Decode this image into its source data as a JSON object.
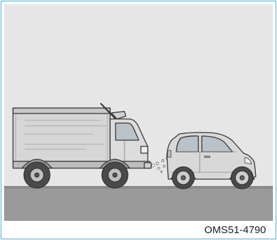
{
  "figure": {
    "code_label": "OMS51-4790",
    "colors": {
      "frame": "#4fa9d3",
      "background": "#e6e6e6",
      "road": "#9a9a9a",
      "vehicle_body": "#d8d8d8",
      "outline": "#333333"
    },
    "icons": [
      "truck-illustration",
      "car-illustration",
      "exhaust-puffs"
    ]
  }
}
